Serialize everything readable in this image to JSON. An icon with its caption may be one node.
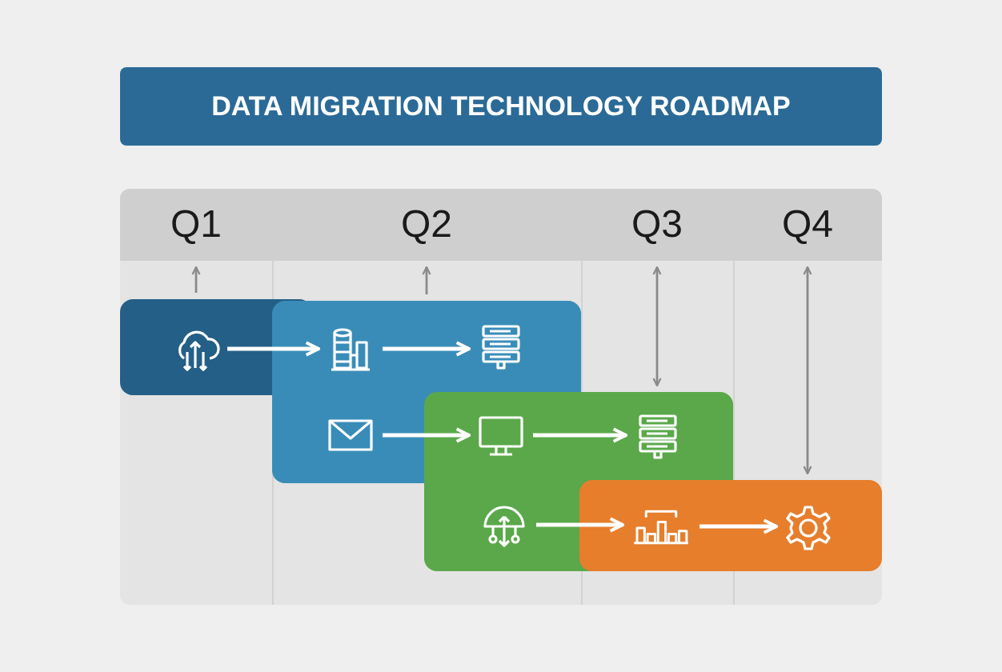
{
  "diagram": {
    "title": "DATA MIGRATION TECHNOLOGY ROADMAP",
    "nodes": [
      {
        "text": [
          "Q1"
        ]
      },
      {
        "text": [
          "Q2"
        ]
      },
      {
        "text": [
          "Q3"
        ]
      },
      {
        "text": [
          "Q4"
        ]
      },
      {
        "text": [],
        "shape": "box"
      },
      {
        "text": [],
        "shape": "box"
      },
      {
        "text": [],
        "shape": "box"
      },
      {
        "text": [],
        "shape": "box"
      },
      {
        "text": [],
        "shape": "cloud",
        "in": 4
      },
      {
        "text": [],
        "shape": "database",
        "in": 5
      },
      {
        "text": [],
        "shape": "server",
        "in": 5
      },
      {
        "text": [],
        "shape": "envelope",
        "in": 5
      },
      {
        "text": [],
        "shape": "monitor"
      },
      {
        "text": [],
        "shape": "server",
        "in": 6
      },
      {
        "text": [],
        "shape": "network",
        "in": 6
      },
      {
        "text": [],
        "shape": "chart"
      },
      {
        "text": [],
        "shape": "gear",
        "in": 7
      }
    ],
    "edges": [
      {
        "from": 8,
        "to": 9,
        "arrow": "to"
      },
      {
        "from": 9,
        "to": 10,
        "arrow": "to"
      },
      {
        "from": 11,
        "to": 12,
        "arrow": "to"
      },
      {
        "from": 12,
        "to": 13,
        "arrow": "to"
      },
      {
        "from": 14,
        "to": 15,
        "arrow": "to"
      },
      {
        "from": 15,
        "to": 16,
        "arrow": "to"
      },
      {
        "from": 4,
        "to": 0,
        "arrow": "to",
        "color": "#8a8a8a"
      },
      {
        "from": 5,
        "to": 1,
        "arrow": "to",
        "color": "#8a8a8a"
      },
      {
        "from": 2,
        "to": 6,
        "arrow": "both",
        "color": "#8a8a8a"
      },
      {
        "from": 3,
        "to": 7,
        "arrow": "both",
        "color": "#8a8a8a"
      }
    ]
  }
}
